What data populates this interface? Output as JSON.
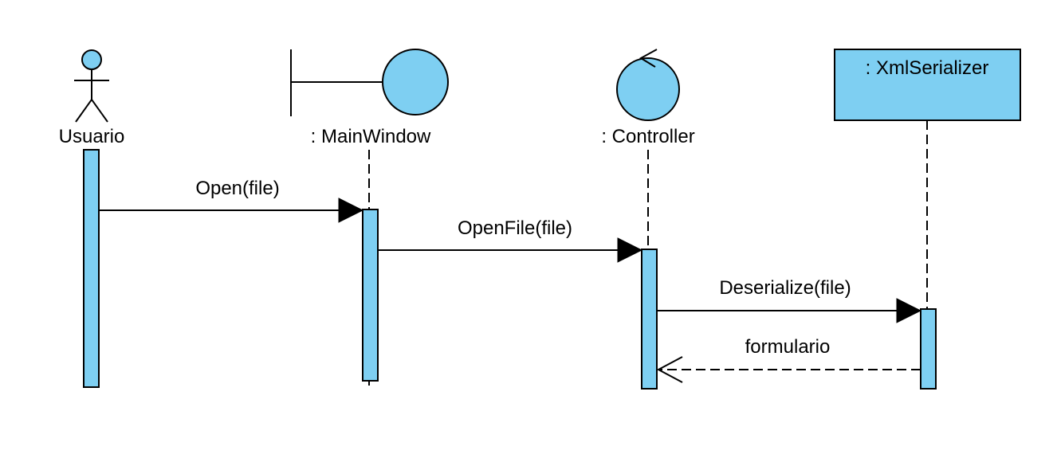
{
  "colors": {
    "participant_fill": "#7ecff2",
    "line": "#000000",
    "background": "#ffffff"
  },
  "participants": [
    {
      "id": "usuario",
      "label": "Usuario",
      "kind": "actor"
    },
    {
      "id": "mainwindow",
      "label": ": MainWindow",
      "kind": "boundary"
    },
    {
      "id": "controller",
      "label": ": Controller",
      "kind": "control"
    },
    {
      "id": "xmlserializer",
      "label": ": XmlSerializer",
      "kind": "object"
    }
  ],
  "messages": [
    {
      "label": "Open(file)",
      "from": "usuario",
      "to": "mainwindow",
      "type": "synchronous"
    },
    {
      "label": "OpenFile(file)",
      "from": "mainwindow",
      "to": "controller",
      "type": "synchronous"
    },
    {
      "label": "Deserialize(file)",
      "from": "controller",
      "to": "xmlserializer",
      "type": "synchronous"
    },
    {
      "label": "formulario",
      "from": "xmlserializer",
      "to": "controller",
      "type": "return"
    }
  ]
}
